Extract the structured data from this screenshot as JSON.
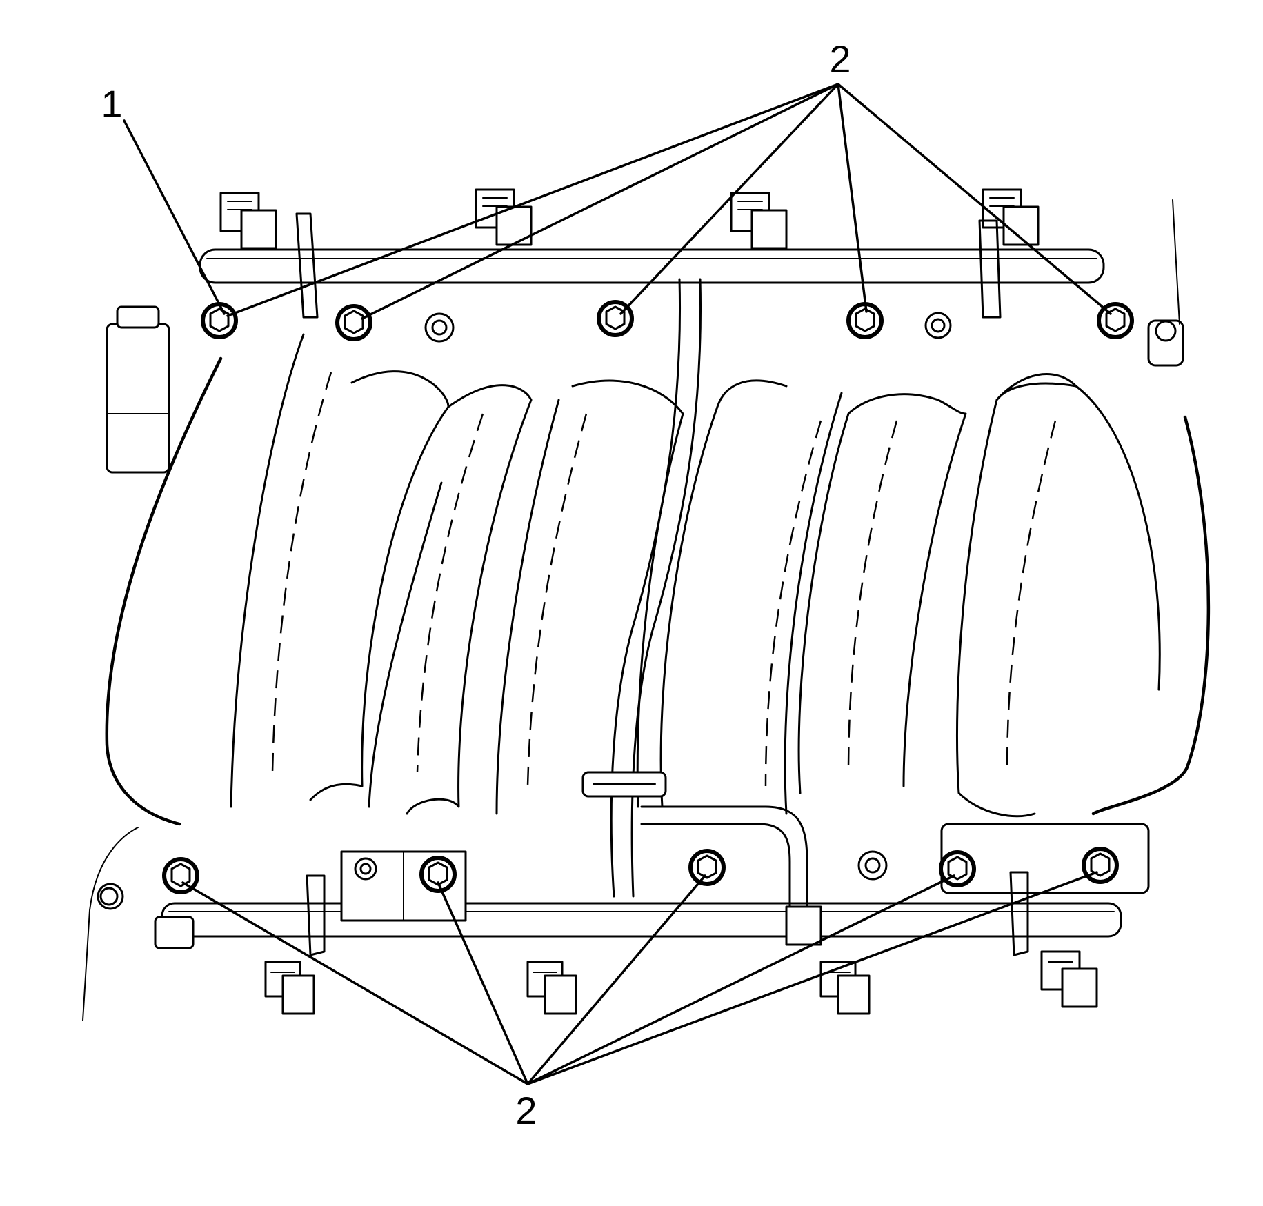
{
  "callouts": {
    "label_1": "1",
    "label_2_top": "2",
    "label_2_bottom": "2"
  },
  "colors": {
    "line": "#000000",
    "background": "#ffffff"
  }
}
